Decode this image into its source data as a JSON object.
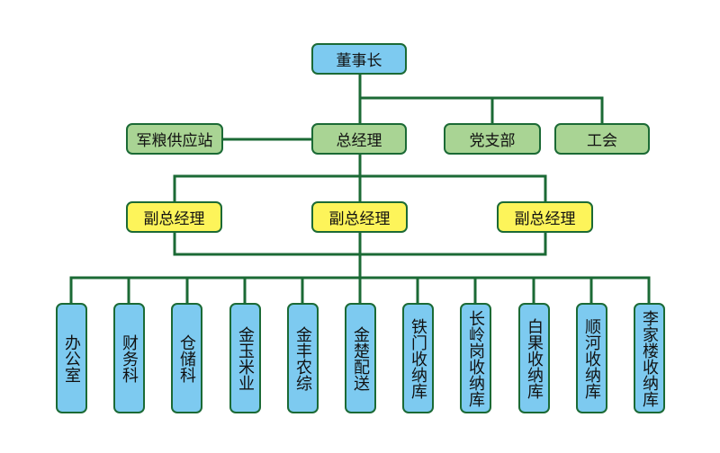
{
  "top": {
    "chairman": "董事长"
  },
  "middle": {
    "supply_station": "军粮供应站",
    "general_manager": "总经理",
    "party_branch": "党支部",
    "labor_union": "工会"
  },
  "deputies": [
    "副总经理",
    "副总经理",
    "副总经理"
  ],
  "departments": [
    "办公室",
    "财务科",
    "仓储科",
    "金玉米业",
    "金丰农综",
    "金楚配送",
    "铁门收纳库",
    "长岭岗收纳库",
    "白果收纳库",
    "顺河收纳库",
    "李家楼收纳库"
  ],
  "colors": {
    "line": "#1b6a35",
    "blue_box": "#7dcaf0",
    "green_box": "#a9d494",
    "yellow_box": "#fdf45a"
  }
}
